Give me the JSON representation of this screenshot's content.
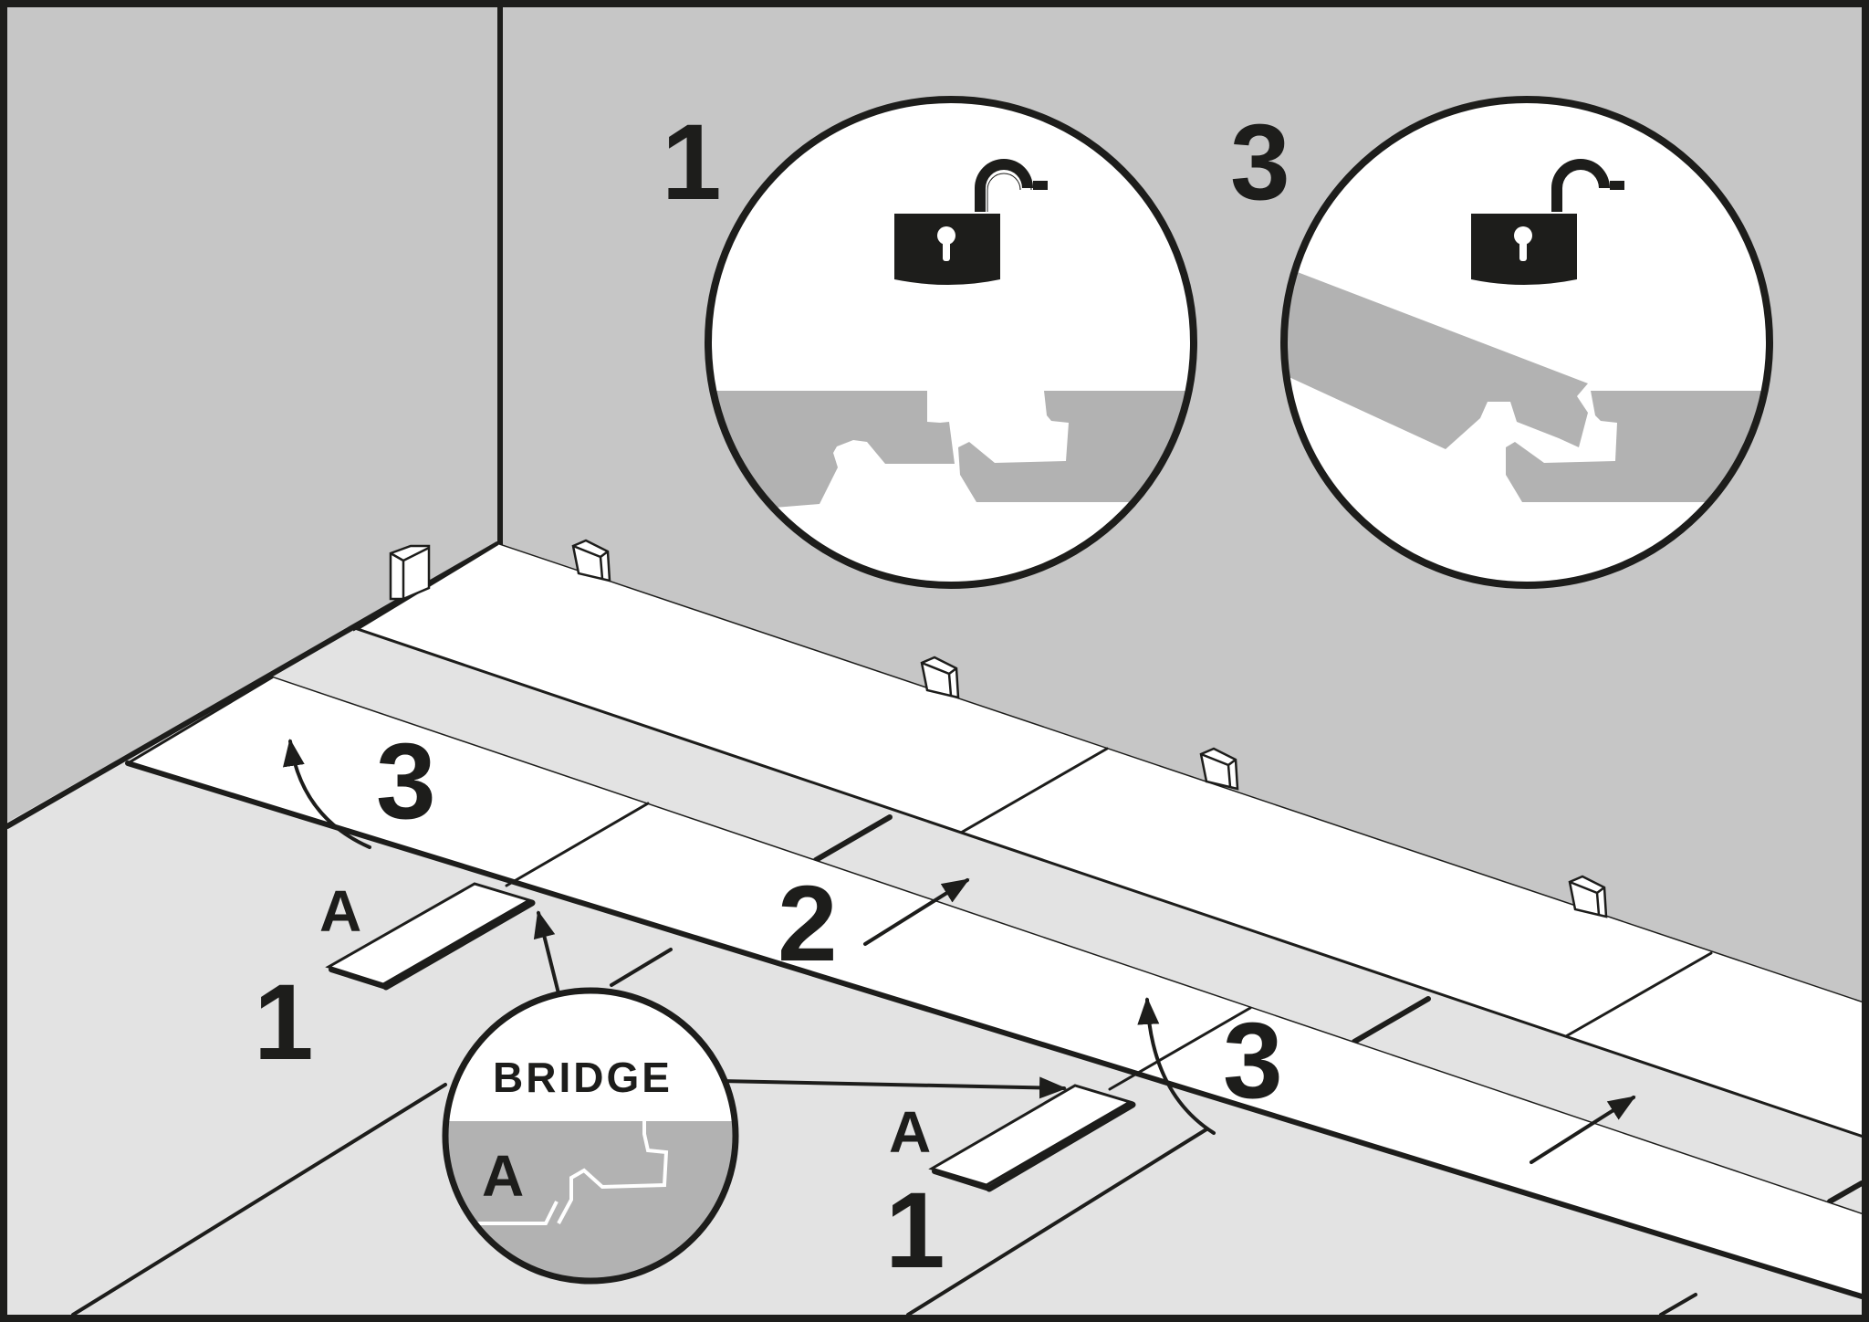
{
  "detail_top_left": {
    "step": "1",
    "icon": "padlock-unlocked-icon"
  },
  "detail_top_right": {
    "step": "3",
    "icon": "padlock-unlocked-icon"
  },
  "bridge_detail": {
    "title": "BRIDGE",
    "label": "A"
  },
  "floor_steps": {
    "first_row": {
      "arrow_step": "3",
      "plank_label": "A",
      "plank_step": "1",
      "slide_step": "2"
    },
    "second_row": {
      "arrow_step": "3",
      "plank_label": "A",
      "plank_step": "1"
    }
  },
  "colors": {
    "wall": "#c6c6c6",
    "floor": "#e3e3e3",
    "plank": "#ffffff",
    "plank_profile": "#b2b2b2",
    "ink": "#1d1d1b"
  }
}
